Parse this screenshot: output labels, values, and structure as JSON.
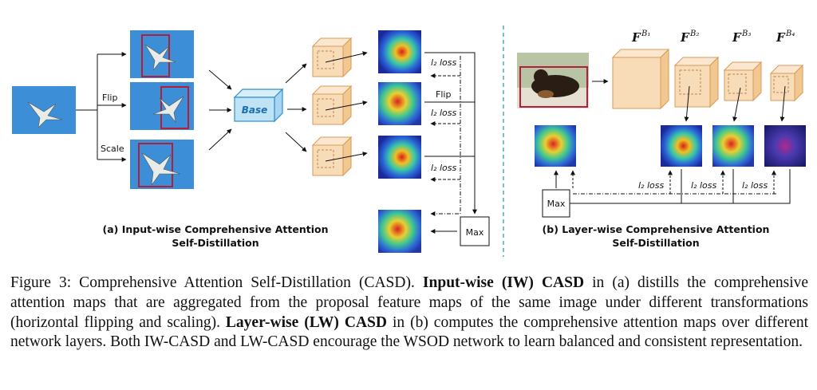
{
  "figure": {
    "panel_a": {
      "flip_label": "Flip",
      "scale_label": "Scale",
      "base_label": "Base",
      "loss_labels": [
        "l₂ loss",
        "l₂ loss",
        "l₂ loss"
      ],
      "flip_right_label": "Flip",
      "max_label": "Max",
      "caption_line1": "(a) Input-wise Comprehensive Attention",
      "caption_line2": "Self-Distillation"
    },
    "panel_b": {
      "f_base": "F",
      "f_sups": [
        "B₁",
        "B₂",
        "B₃",
        "B₄"
      ],
      "loss_labels": [
        "l₂ loss",
        "l₂ loss",
        "l₂ loss"
      ],
      "max_label": "Max",
      "caption_line1": "(b) Layer-wise Comprehensive Attention",
      "caption_line2": "Self-Distillation"
    }
  },
  "caption": {
    "prefix": "Figure 3: Comprehensive Attention Self-Distillation (CASD).",
    "bold1": "Input-wise (IW) CASD",
    "mid1": "in (a) distills the comprehensive attention maps that are aggregated from the proposal feature maps of the same image under different transformations (horizontal flipping and scaling).",
    "bold2": "Layer-wise (LW) CASD",
    "mid2": "in (b) computes the comprehensive attention maps over different network layers. Both IW-CASD and LW-CASD encourage the WSOD network to learn balanced and consistent representation."
  },
  "colors": {
    "sky": "#3c8fd6",
    "bbox": "#b0203c",
    "cube_fill": "#f8dcb8",
    "cube_stroke": "#d99b55",
    "base_fill": "#bfe2f5",
    "base_stroke": "#2f8fd0",
    "divider": "#2a9a9a"
  }
}
